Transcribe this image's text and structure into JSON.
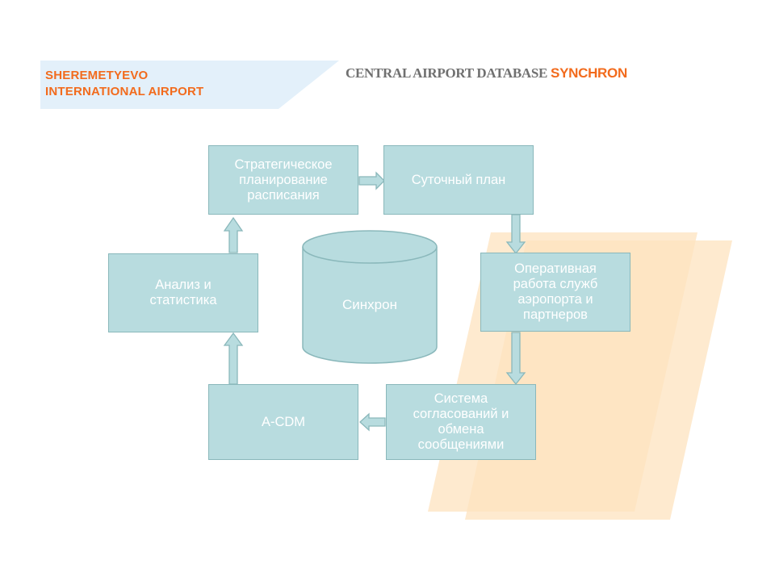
{
  "header": {
    "airport_name": "SHEREMETYEVO\nINTERNATIONAL AIRPORT",
    "database_title": "CENTRAL AIRPORT DATABASE",
    "database_title_accent": "SYNCHRON"
  },
  "diagram": {
    "center_label": "Синхрон",
    "nodes": {
      "strategic_planning": "Стратегическое\nпланирование\nрасписания",
      "daily_plan": "Суточный план",
      "operations": "Оперативная\nработа служб\nаэропорта и\nпартнеров",
      "coordination": "Система\nсогласований и\nобмена\nсообщениями",
      "acdm": "A-CDM",
      "analysis": "Анализ и\nстатистика"
    }
  },
  "colors": {
    "accent": "#f26b1d",
    "box_fill": "#b8dcdf",
    "box_border": "#8ab8bb",
    "header_band": "#e3f0fa",
    "decor_orange": "#fde3bf"
  }
}
